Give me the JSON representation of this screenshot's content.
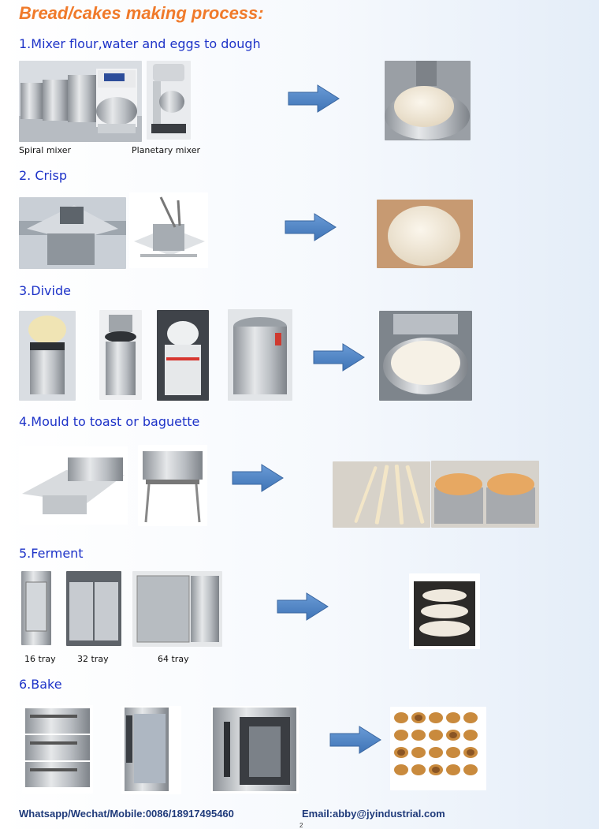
{
  "title": "Bread/cakes making process:",
  "steps": [
    {
      "label": "1.Mixer flour,water and eggs to dough",
      "captions": [
        "Spiral mixer",
        "Planetary mixer"
      ]
    },
    {
      "label": "2.  Crisp"
    },
    {
      "label": "3.Divide"
    },
    {
      "label": "4.Mould to toast or baguette"
    },
    {
      "label": "5.Ferment",
      "captions": [
        "16 tray",
        "32 tray",
        "64 tray"
      ]
    },
    {
      "label": "6.Bake"
    }
  ],
  "footer": {
    "contact": "Whatsapp/Wechat/Mobile:0086/18917495460",
    "email": "Email:abby@jyindustrial.com",
    "page": "2"
  },
  "colors": {
    "title": "#f07a2a",
    "step": "#1e33c8",
    "arrow": "#4f87c9",
    "footer": "#1f3a7a"
  }
}
